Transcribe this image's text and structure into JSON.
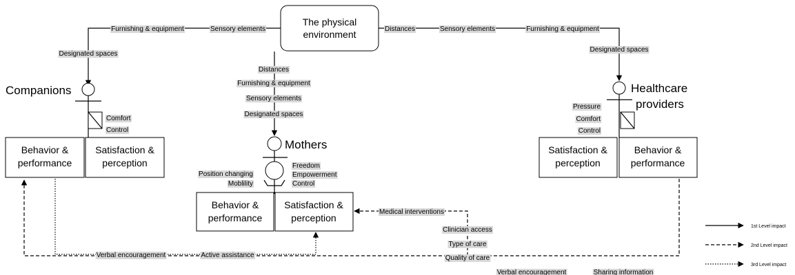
{
  "center": {
    "line1": "The physical",
    "line2": "environment"
  },
  "actors": {
    "companions": "Companions",
    "mothers": "Mothers",
    "providers_line1": "Healthcare",
    "providers_line2": "providers"
  },
  "boxes": {
    "companions_behavior_1": "Behavior &",
    "companions_behavior_2": "performance",
    "companions_satisfaction_1": "Satisfaction &",
    "companions_satisfaction_2": "perception",
    "mothers_behavior_1": "Behavior &",
    "mothers_behavior_2": "performance",
    "mothers_satisfaction_1": "Satisfaction &",
    "mothers_satisfaction_2": "perception",
    "providers_satisfaction_1": "Satisfaction &",
    "providers_satisfaction_2": "perception",
    "providers_behavior_1": "Behavior &",
    "providers_behavior_2": "performance"
  },
  "labels": {
    "left_furnishing": "Furnishing & equipment",
    "left_sensory": "Sensory elements",
    "left_designated": "Designated spaces",
    "right_distances": "Distances",
    "right_sensory": "Sensory elements",
    "right_furnishing": "Furnishing & equipment",
    "right_designated": "Designated spaces",
    "mid_distances": "Distances",
    "mid_furnishing": "Furnishing & equipment",
    "mid_sensory": "Sensory elements",
    "mid_designated": "Designated spaces",
    "comp_comfort": "Comfort",
    "comp_control": "Control",
    "mom_position": "Position changing",
    "mom_mobility": "Moblility",
    "mom_freedom": "Freedom",
    "mom_empowerment": "Empowerment",
    "mom_control": "Control",
    "prov_pressure": "Pressure",
    "prov_comfort": "Comfort",
    "prov_control": "Control",
    "medical_interventions": "Medical interventions",
    "clinician_access": "Clinician access",
    "type_of_care": "Type of care",
    "quality_of_care": "Quality of care",
    "verbal_encouragement_left": "Verbal encouragement",
    "active_assistance": "Active assistance",
    "verbal_encouragement_right": "Verbal encouragement",
    "sharing_information": "Sharing information"
  },
  "legend": {
    "first": "1st Level impact",
    "second": "2nd Level impact",
    "third": "3rd Level impact"
  }
}
